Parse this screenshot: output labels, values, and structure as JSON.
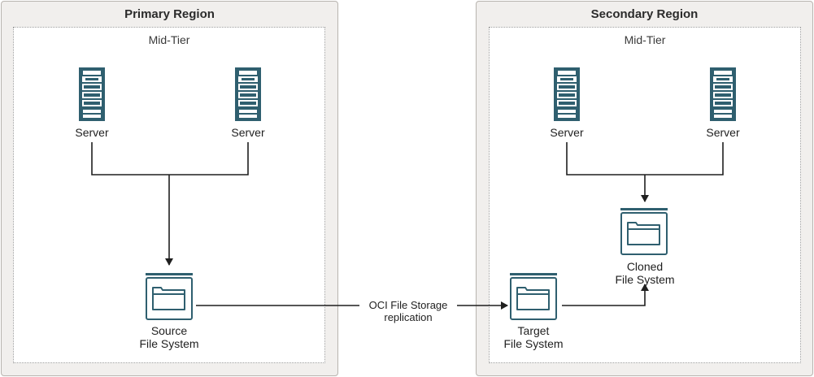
{
  "regions": {
    "primary": {
      "title": "Primary Region",
      "tier": "Mid-Tier"
    },
    "secondary": {
      "title": "Secondary Region",
      "tier": "Mid-Tier"
    }
  },
  "nodes": {
    "primary_server_1": {
      "label": "Server",
      "icon": "server-icon"
    },
    "primary_server_2": {
      "label": "Server",
      "icon": "server-icon"
    },
    "source_fs": {
      "line1": "Source",
      "line2": "File System",
      "icon": "file-system-icon"
    },
    "secondary_server_1": {
      "label": "Server",
      "icon": "server-icon"
    },
    "secondary_server_2": {
      "label": "Server",
      "icon": "server-icon"
    },
    "cloned_fs": {
      "line1": "Cloned",
      "line2": "File System",
      "icon": "file-system-icon"
    },
    "target_fs": {
      "line1": "Target",
      "line2": "File System",
      "icon": "file-system-icon"
    }
  },
  "edges": {
    "replication": {
      "line1": "OCI File Storage",
      "line2": "replication"
    }
  },
  "colors": {
    "icon": "#2f5f6f",
    "line": "#1f1f1f",
    "region_bg": "#f1efed"
  }
}
